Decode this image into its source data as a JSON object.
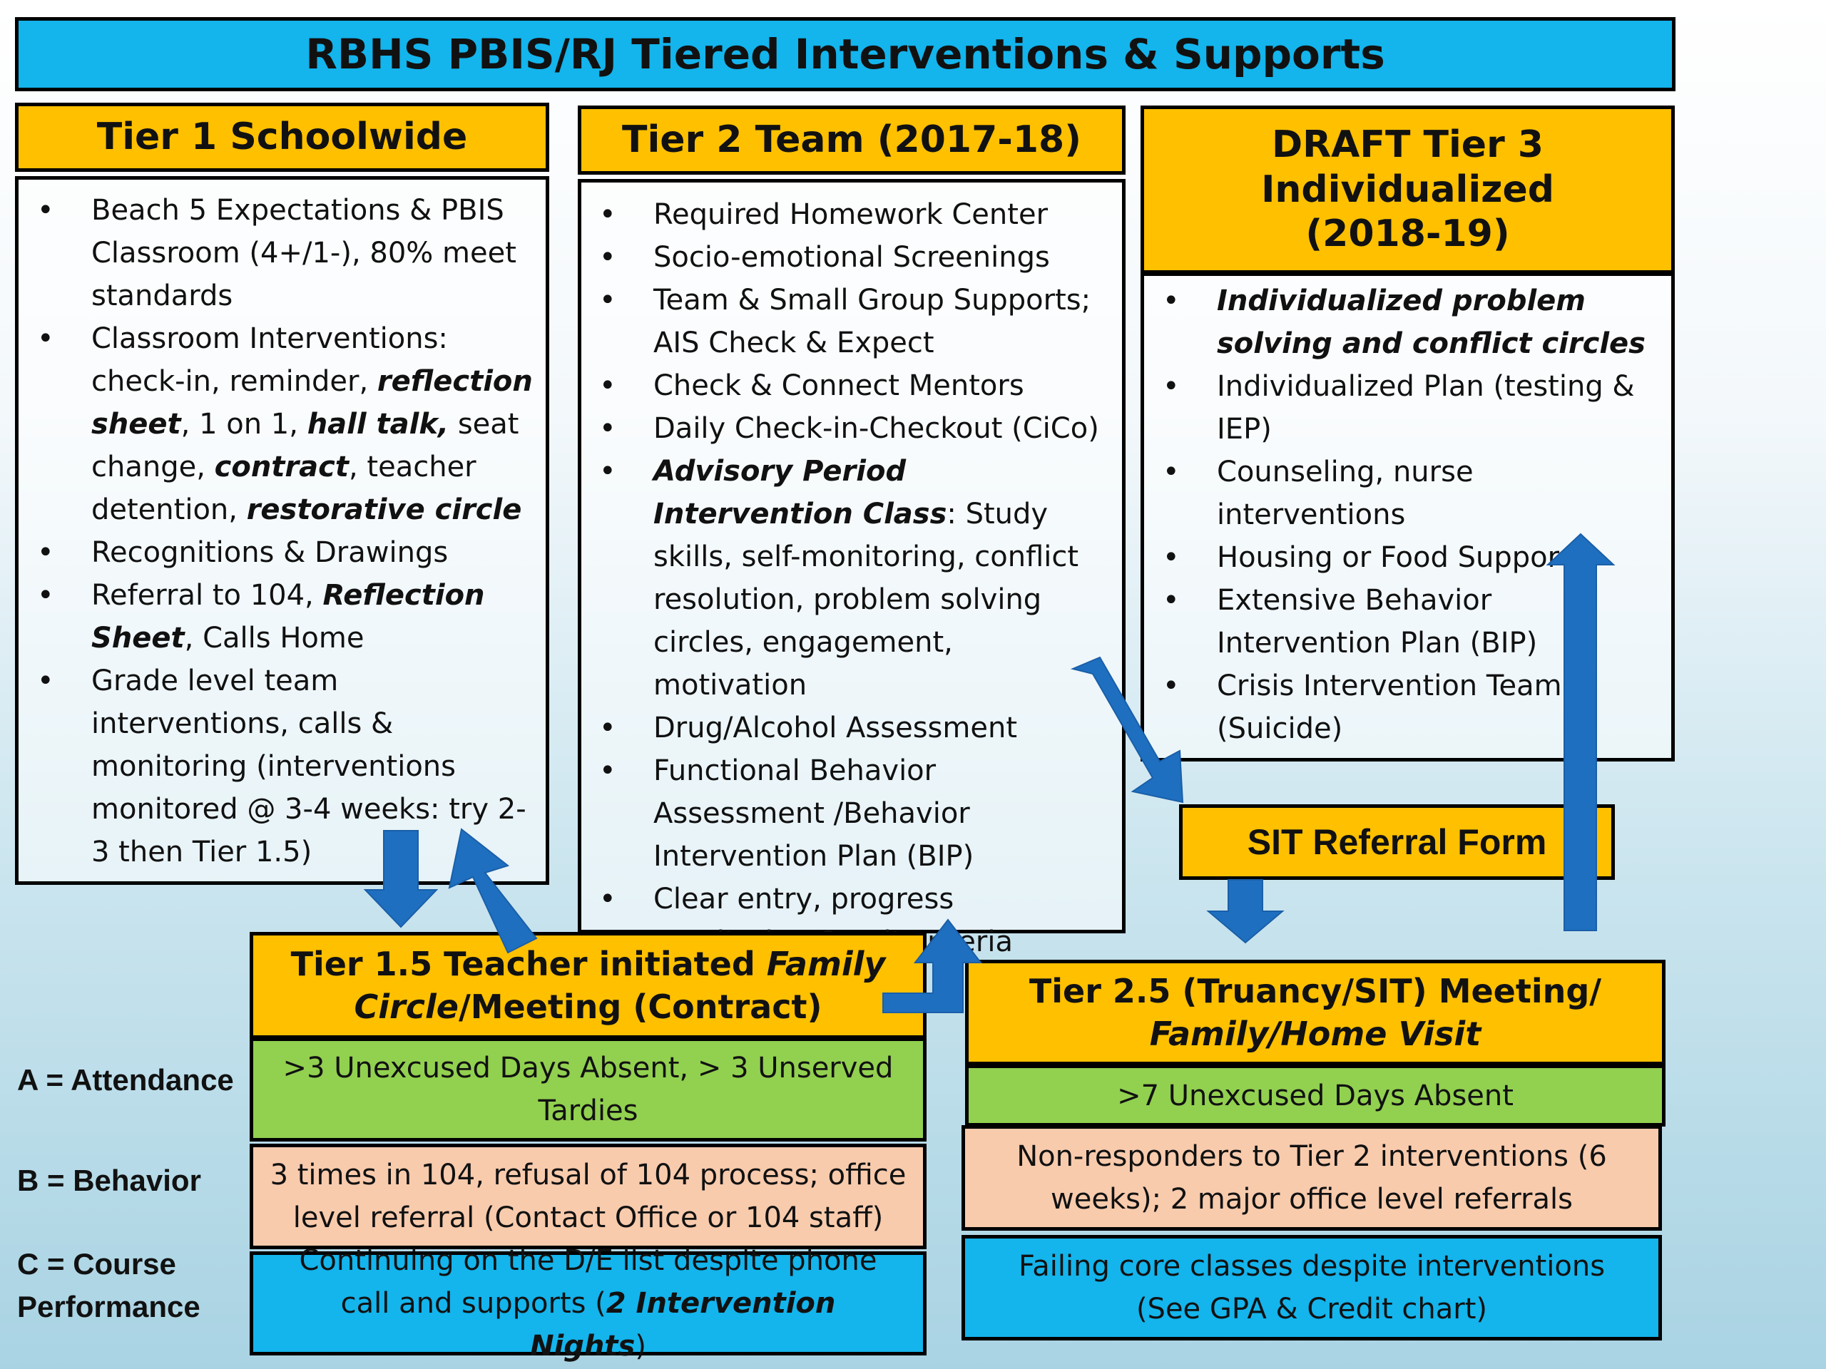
{
  "title": "RBHS PBIS/RJ Tiered Interventions & Supports",
  "tier1": {
    "header": "Tier 1 Schoolwide",
    "items": [
      [
        {
          "t": "Beach 5 Expectations & PBIS Classroom (4+/1-), 80% meet standards"
        }
      ],
      [
        {
          "t": "Classroom Interventions: check-in, reminder, "
        },
        {
          "t": "reflection sheet",
          "bi": true
        },
        {
          "t": ", 1 on 1, "
        },
        {
          "t": "hall talk,",
          "bi": true
        },
        {
          "t": " seat change, "
        },
        {
          "t": "contract",
          "bi": true
        },
        {
          "t": ", teacher detention, "
        },
        {
          "t": "restorative circle",
          "bi": true
        }
      ],
      [
        {
          "t": "Recognitions & Drawings"
        }
      ],
      [
        {
          "t": "Referral to 104, "
        },
        {
          "t": "Reflection Sheet",
          "bi": true
        },
        {
          "t": ", Calls Home"
        }
      ],
      [
        {
          "t": "Grade level team interventions, calls & monitoring (interventions monitored @ 3-4 weeks: try 2-3 then Tier 1.5)"
        }
      ]
    ]
  },
  "tier2": {
    "header": "Tier 2 Team (2017-18)",
    "items": [
      [
        {
          "t": "Required Homework Center"
        }
      ],
      [
        {
          "t": "Socio-emotional Screenings"
        }
      ],
      [
        {
          "t": "Team & Small Group Supports; AIS Check & Expect"
        }
      ],
      [
        {
          "t": "Check & Connect Mentors"
        }
      ],
      [
        {
          "t": "Daily Check-in-Checkout (CiCo)"
        }
      ],
      [
        {
          "t": "Advisory Period Intervention Class",
          "bi": true
        },
        {
          "t": ": Study skills, self-monitoring, conflict resolution, problem solving circles, engagement, motivation"
        }
      ],
      [
        {
          "t": "Drug/Alcohol Assessment"
        }
      ],
      [
        {
          "t": "Functional Behavior Assessment /Behavior Intervention Plan (BIP)"
        }
      ],
      [
        {
          "t": "Clear entry, progress monitoring & exit criteria"
        }
      ]
    ]
  },
  "tier3": {
    "header_lines": [
      "DRAFT Tier 3",
      "Individualized",
      "(2018-19)"
    ],
    "items": [
      [
        {
          "t": "Individualized problem solving and conflict circles",
          "bi": true
        }
      ],
      [
        {
          "t": "Individualized Plan (testing & IEP)"
        }
      ],
      [
        {
          "t": "Counseling, nurse interventions"
        }
      ],
      [
        {
          "t": "Housing or Food Suppor"
        }
      ],
      [
        {
          "t": "Extensive Behavior Intervention Plan (BIP)"
        }
      ],
      [
        {
          "t": "Crisis Intervention Team (Suicide)"
        }
      ]
    ]
  },
  "sit_referral": "SIT Referral Form",
  "tier15": {
    "header_line1_plain": "Tier 1.5 Teacher initiated ",
    "header_line1_italic": "Family",
    "header_line2_italic": "Circle",
    "header_line2_plain": "/Meeting (Contract)",
    "attendance": ">3 Unexcused Days Absent, > 3 Unserved Tardies",
    "behavior": "3 times in 104, refusal of 104 process; office level referral (Contact Office or 104 staff)",
    "course_plain": "Continuing on the D/E list despite phone call and supports (",
    "course_italic": "2 Intervention Nights",
    "course_end": ")"
  },
  "tier25": {
    "header_line1": "Tier 2.5 (Truancy/SIT) Meeting/",
    "header_line2_italic": "Family/Home Visit",
    "attendance": ">7 Unexcused Days Absent",
    "behavior": "Non-responders to Tier 2 interventions (6 weeks); 2 major office level referrals",
    "course": "Failing core classes despite interventions (See GPA & Credit chart)"
  },
  "labels": {
    "attendance": "A = Attendance",
    "behavior": "B = Behavior",
    "course": "C = Course Performance"
  },
  "colors": {
    "title_bar": "#14b4ec",
    "header": "#ffc000",
    "attendance_row": "#92d050",
    "behavior_row": "#f8cbad",
    "course_row": "#14b4ec",
    "arrow": "#1f6fc0"
  }
}
